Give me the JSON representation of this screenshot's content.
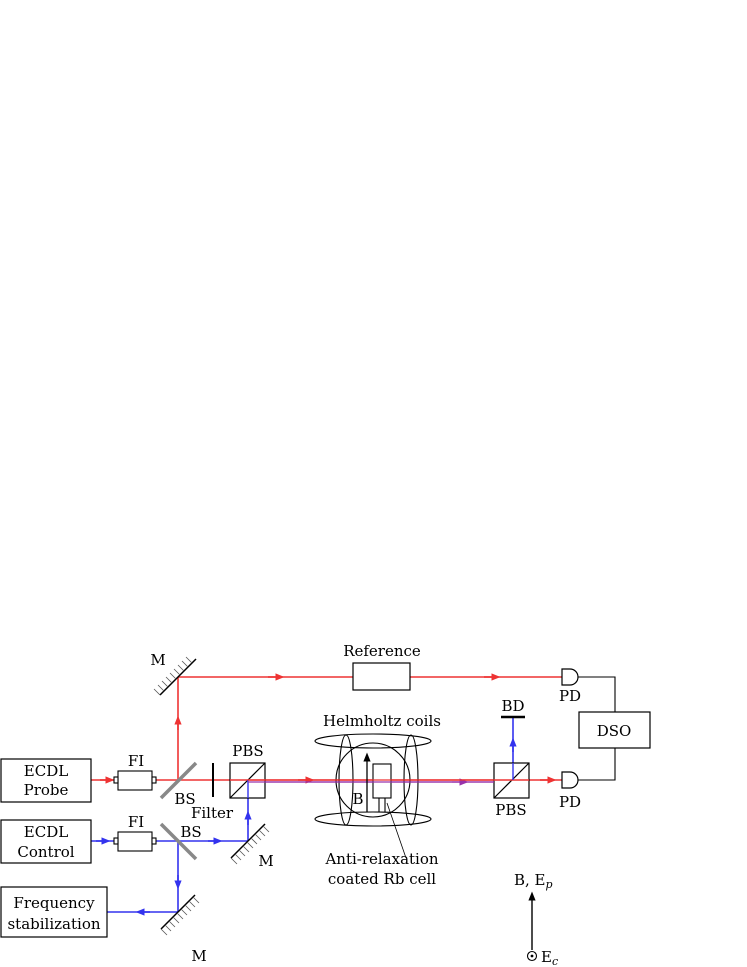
{
  "colors": {
    "probe": "#ee3333",
    "control": "#3333ee",
    "mixed": "#9933aa",
    "splitter": "#888888",
    "ink": "#000000"
  },
  "labels": {
    "ecdl_probe_l1": "ECDL",
    "ecdl_probe_l2": "Probe",
    "ecdl_control_l1": "ECDL",
    "ecdl_control_l2": "Control",
    "freq_l1": "Frequency",
    "freq_l2": "stabilization",
    "fi_probe": "FI",
    "fi_control": "FI",
    "bs_probe": "BS",
    "bs_control": "BS",
    "filter": "Filter",
    "pbs_left": "PBS",
    "pbs_right": "PBS",
    "mirror_top": "M",
    "mirror_mid": "M",
    "mirror_bottom": "M",
    "reference": "Reference",
    "pd_top": "PD",
    "pd_bottom": "PD",
    "dso": "DSO",
    "bd": "BD",
    "helmholtz": "Helmholtz coils",
    "b_field": "B",
    "cell_l1": "Anti-relaxation",
    "cell_l2": "coated Rb cell",
    "legend_b": "B, E",
    "legend_b_sub": "p",
    "legend_e": "E",
    "legend_e_sub": "c"
  }
}
